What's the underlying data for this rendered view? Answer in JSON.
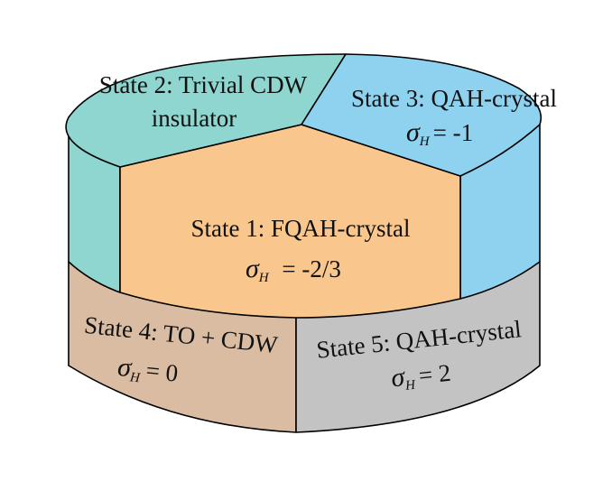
{
  "diagram": {
    "states": [
      {
        "id": "state1",
        "title": "State 1: FQAH-crystal",
        "sigma_value": " = -2/3",
        "color": "#f9c78d"
      },
      {
        "id": "state2",
        "title_line1": "State 2: Trivial CDW",
        "title_line2": "insulator",
        "color": "#8ed6cf"
      },
      {
        "id": "state3",
        "title": "State 3: QAH-crystal",
        "sigma_value": "= -1",
        "color": "#8ed2f0"
      },
      {
        "id": "state4",
        "title": "State 4: TO + CDW",
        "sigma_value": "= 0",
        "color": "#d9bca2"
      },
      {
        "id": "state5",
        "title": "State 5: QAH-crystal",
        "sigma_value": "= 2",
        "color": "#c3c3c3"
      }
    ],
    "sigma_symbol": "σ",
    "sigma_subscript": "H"
  }
}
